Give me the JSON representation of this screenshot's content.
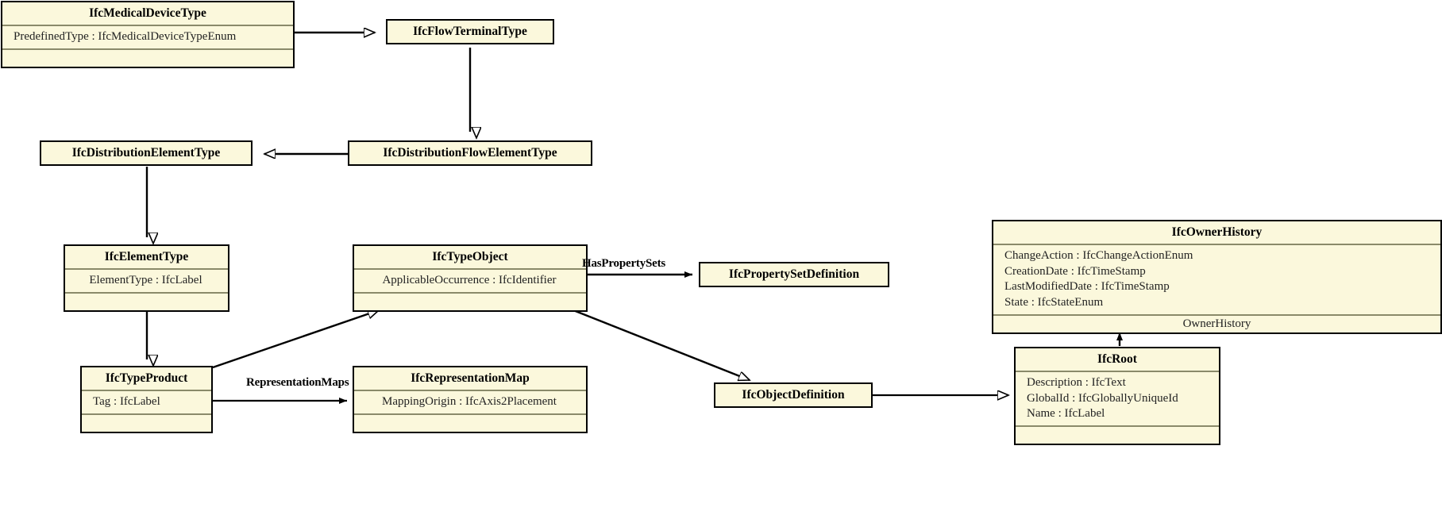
{
  "diagram": {
    "kind": "uml-class-diagram",
    "subject": "IfcMedicalDeviceType inheritance hierarchy",
    "colors": {
      "box_fill": "#fbf8dc",
      "box_border": "#000000",
      "separator": "#8a8a6a",
      "edge": "#000000",
      "background": "#ffffff"
    }
  },
  "classes": {
    "medical_device_type": {
      "name": "IfcMedicalDeviceType",
      "attributes": [
        "PredefinedType : IfcMedicalDeviceTypeEnum"
      ],
      "operations": []
    },
    "flow_terminal_type": {
      "name": "IfcFlowTerminalType",
      "attributes": [],
      "operations": []
    },
    "distribution_element_type": {
      "name": "IfcDistributionElementType",
      "attributes": [],
      "operations": []
    },
    "distribution_flow_element_type": {
      "name": "IfcDistributionFlowElementType",
      "attributes": [],
      "operations": []
    },
    "element_type": {
      "name": "IfcElementType",
      "attributes": [
        "ElementType : IfcLabel"
      ],
      "operations": []
    },
    "type_object": {
      "name": "IfcTypeObject",
      "attributes": [
        "ApplicableOccurrence : IfcIdentifier"
      ],
      "operations": []
    },
    "property_set_definition": {
      "name": "IfcPropertySetDefinition",
      "attributes": [],
      "operations": []
    },
    "owner_history": {
      "name": "IfcOwnerHistory",
      "attributes": [
        "ChangeAction : IfcChangeActionEnum",
        "CreationDate : IfcTimeStamp",
        "LastModifiedDate : IfcTimeStamp",
        "State : IfcStateEnum"
      ],
      "operations": [
        "OwnerHistory"
      ]
    },
    "root": {
      "name": "IfcRoot",
      "attributes": [
        "Description : IfcText",
        "GlobalId : IfcGloballyUniqueId",
        "Name : IfcLabel"
      ],
      "operations": []
    },
    "type_product": {
      "name": "IfcTypeProduct",
      "attributes": [
        "Tag : IfcLabel"
      ],
      "operations": []
    },
    "representation_map": {
      "name": "IfcRepresentationMap",
      "attributes": [
        "MappingOrigin : IfcAxis2Placement"
      ],
      "operations": []
    },
    "object_definition": {
      "name": "IfcObjectDefinition",
      "attributes": [],
      "operations": []
    }
  },
  "edge_labels": {
    "has_property_sets": "HasPropertySets",
    "representation_maps": "RepresentationMaps"
  },
  "relationships": [
    {
      "from": "IfcMedicalDeviceType",
      "to": "IfcFlowTerminalType",
      "type": "generalization"
    },
    {
      "from": "IfcFlowTerminalType",
      "to": "IfcDistributionFlowElementType",
      "type": "generalization"
    },
    {
      "from": "IfcDistributionFlowElementType",
      "to": "IfcDistributionElementType",
      "type": "generalization"
    },
    {
      "from": "IfcDistributionElementType",
      "to": "IfcElementType",
      "type": "generalization"
    },
    {
      "from": "IfcElementType",
      "to": "IfcTypeProduct",
      "type": "generalization"
    },
    {
      "from": "IfcTypeProduct",
      "to": "IfcTypeObject",
      "type": "generalization"
    },
    {
      "from": "IfcTypeObject",
      "to": "IfcPropertySetDefinition",
      "type": "association",
      "label": "HasPropertySets"
    },
    {
      "from": "IfcTypeProduct",
      "to": "IfcRepresentationMap",
      "type": "association",
      "label": "RepresentationMaps"
    },
    {
      "from": "IfcTypeObject",
      "to": "IfcObjectDefinition",
      "type": "generalization"
    },
    {
      "from": "IfcObjectDefinition",
      "to": "IfcRoot",
      "type": "generalization"
    },
    {
      "from": "IfcRoot",
      "to": "IfcOwnerHistory",
      "type": "association",
      "label": "OwnerHistory"
    }
  ]
}
